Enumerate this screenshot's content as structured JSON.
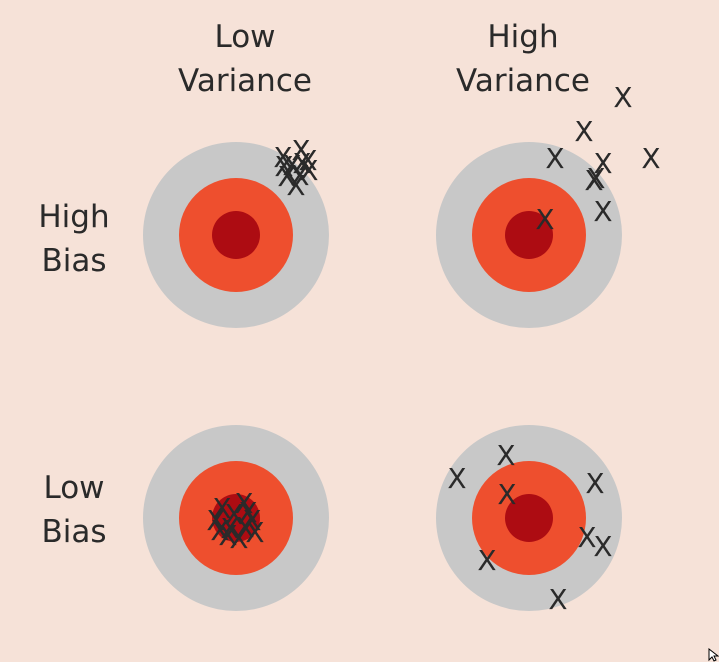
{
  "labels": {
    "col_low": [
      "Low",
      "Variance"
    ],
    "col_high": [
      "High",
      "Variance"
    ],
    "row_high": [
      "High",
      "Bias"
    ],
    "row_low": [
      "Low",
      "Bias"
    ]
  },
  "colors": {
    "background": "#f6e2d8",
    "outer_ring": "#c8c8c8",
    "middle_ring": "#ee4f2e",
    "bullseye": "#ad0c12",
    "mark": "#2a2a2a"
  },
  "targets": [
    {
      "row": "high_bias",
      "col": "low_variance",
      "hits": 10
    },
    {
      "row": "high_bias",
      "col": "high_variance",
      "hits": 9
    },
    {
      "row": "low_bias",
      "col": "low_variance",
      "hits": 12
    },
    {
      "row": "low_bias",
      "col": "high_variance",
      "hits": 9
    }
  ],
  "mark_glyph": "X"
}
